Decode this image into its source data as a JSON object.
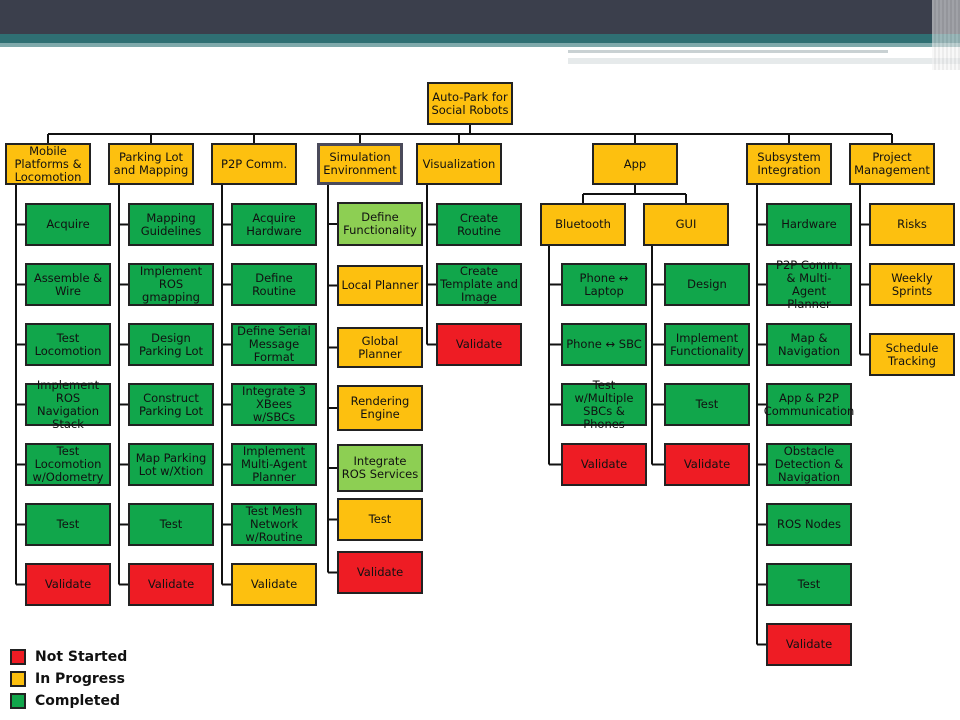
{
  "colors": {
    "not_started": "#ee1c24",
    "in_progress": "#fdc00f",
    "completed": "#11a64b",
    "completed_light": "#8dcf53"
  },
  "root": {
    "label": "Auto-Park for Social Robots",
    "status": "in_progress"
  },
  "columns": [
    {
      "label": "Mobile Platforms & Locomotion",
      "status": "in_progress",
      "tasks": [
        {
          "label": "Acquire",
          "status": "completed"
        },
        {
          "label": "Assemble & Wire",
          "status": "completed"
        },
        {
          "label": "Test Locomotion",
          "status": "completed"
        },
        {
          "label": "Implement ROS Navigation Stack",
          "status": "completed"
        },
        {
          "label": "Test Locomotion w/Odometry",
          "status": "completed"
        },
        {
          "label": "Test",
          "status": "completed"
        },
        {
          "label": "Validate",
          "status": "not_started"
        }
      ]
    },
    {
      "label": "Parking Lot and Mapping",
      "status": "in_progress",
      "tasks": [
        {
          "label": "Mapping Guidelines",
          "status": "completed"
        },
        {
          "label": "Implement ROS gmapping",
          "status": "completed"
        },
        {
          "label": "Design Parking Lot",
          "status": "completed"
        },
        {
          "label": "Construct Parking Lot",
          "status": "completed"
        },
        {
          "label": "Map Parking Lot w/Xtion",
          "status": "completed"
        },
        {
          "label": "Test",
          "status": "completed"
        },
        {
          "label": "Validate",
          "status": "not_started"
        }
      ]
    },
    {
      "label": "P2P Comm.",
      "status": "in_progress",
      "tasks": [
        {
          "label": "Acquire Hardware",
          "status": "completed"
        },
        {
          "label": "Define Routine",
          "status": "completed"
        },
        {
          "label": "Define Serial Message Format",
          "status": "completed"
        },
        {
          "label": "Integrate 3 XBees w/SBCs",
          "status": "completed"
        },
        {
          "label": "Implement Multi-Agent Planner",
          "status": "completed"
        },
        {
          "label": "Test Mesh Network w/Routine",
          "status": "completed"
        },
        {
          "label": "Validate",
          "status": "in_progress"
        }
      ]
    },
    {
      "label": "Simulation Environment",
      "status": "in_progress",
      "tasks": [
        {
          "label": "Define Functionality",
          "status": "completed_light"
        },
        {
          "label": "Local Planner",
          "status": "in_progress"
        },
        {
          "label": "Global Planner",
          "status": "in_progress"
        },
        {
          "label": "Rendering Engine",
          "status": "in_progress"
        },
        {
          "label": "Integrate ROS Services",
          "status": "completed_light"
        },
        {
          "label": "Test",
          "status": "in_progress"
        },
        {
          "label": "Validate",
          "status": "not_started"
        }
      ]
    },
    {
      "label": "Visualization",
      "status": "in_progress",
      "tasks": [
        {
          "label": "Create Routine",
          "status": "completed"
        },
        {
          "label": "Create Template and Image",
          "status": "completed"
        },
        {
          "label": "Validate",
          "status": "not_started"
        }
      ]
    },
    {
      "label": "App",
      "status": "in_progress",
      "subgroups": [
        {
          "label": "Bluetooth",
          "status": "in_progress",
          "tasks": [
            {
              "label": "Phone ↔ Laptop",
              "status": "completed"
            },
            {
              "label": "Phone ↔ SBC",
              "status": "completed"
            },
            {
              "label": "Test w/Multiple SBCs & Phones",
              "status": "completed"
            },
            {
              "label": "Validate",
              "status": "not_started"
            }
          ]
        },
        {
          "label": "GUI",
          "status": "in_progress",
          "tasks": [
            {
              "label": "Design",
              "status": "completed"
            },
            {
              "label": "Implement Functionality",
              "status": "completed"
            },
            {
              "label": "Test",
              "status": "completed"
            },
            {
              "label": "Validate",
              "status": "not_started"
            }
          ]
        }
      ]
    },
    {
      "label": "Subsystem Integration",
      "status": "in_progress",
      "tasks": [
        {
          "label": "Hardware",
          "status": "completed"
        },
        {
          "label": "P2P Comm. & Multi-Agent Planner",
          "status": "completed"
        },
        {
          "label": "Map & Navigation",
          "status": "completed"
        },
        {
          "label": "App & P2P Communication",
          "status": "completed"
        },
        {
          "label": "Obstacle Detection & Navigation",
          "status": "completed"
        },
        {
          "label": "ROS Nodes",
          "status": "completed"
        },
        {
          "label": "Test",
          "status": "completed"
        },
        {
          "label": "Validate",
          "status": "not_started"
        }
      ]
    },
    {
      "label": "Project Management",
      "status": "in_progress",
      "tasks": [
        {
          "label": "Risks",
          "status": "in_progress"
        },
        {
          "label": "Weekly Sprints",
          "status": "in_progress"
        },
        {
          "label": "Schedule Tracking",
          "status": "in_progress"
        }
      ]
    }
  ],
  "legend": [
    {
      "label": "Not Started",
      "status": "not_started"
    },
    {
      "label": "In Progress",
      "status": "in_progress"
    },
    {
      "label": "Completed",
      "status": "completed"
    }
  ]
}
